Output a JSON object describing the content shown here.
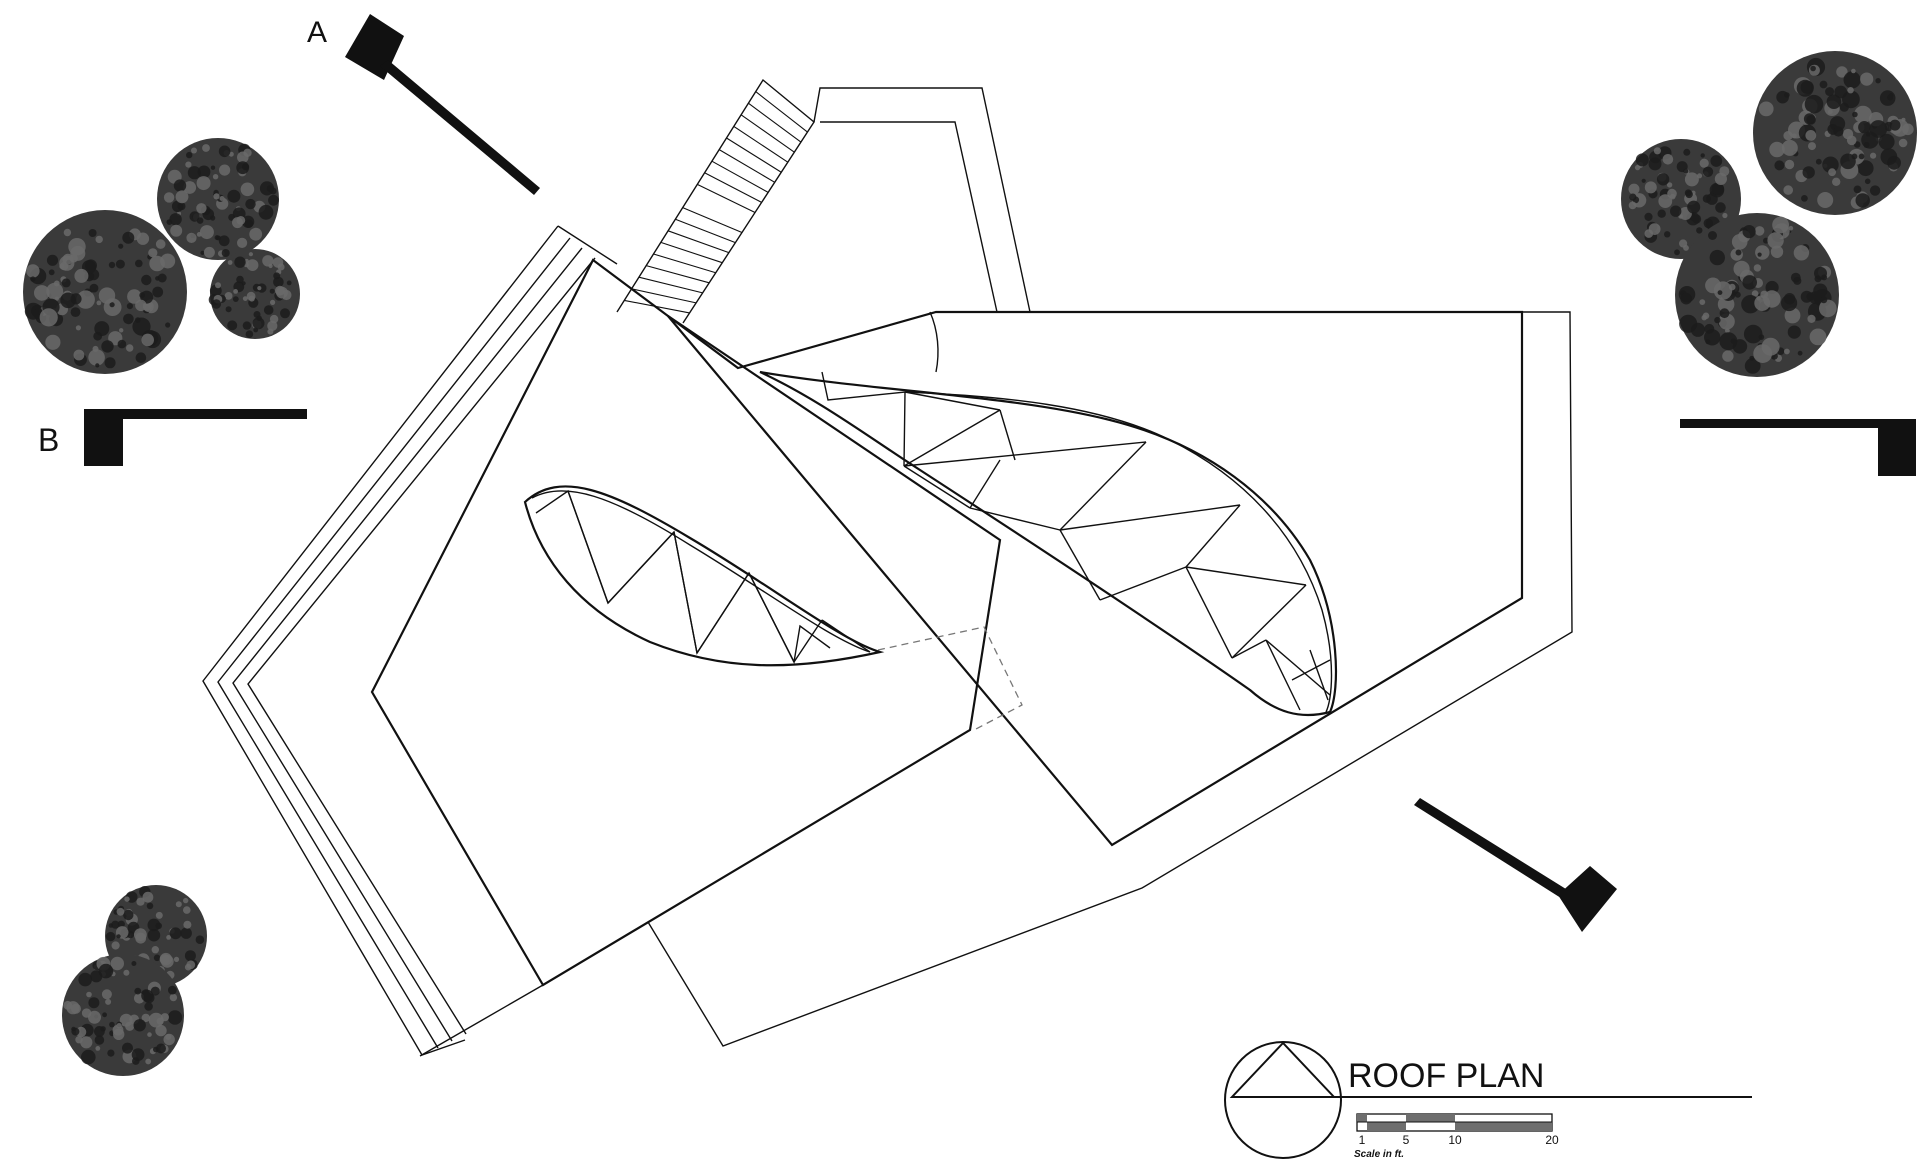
{
  "section_markers": {
    "a_label": "A",
    "b_label": "B"
  },
  "title_block": {
    "title": "ROOF PLAN",
    "scale_ticks": [
      "1",
      "5",
      "10",
      "20"
    ],
    "scale_caption": "Scale in ft."
  },
  "colors": {
    "line": "#111111",
    "tree": "#3a3a3a",
    "tree_light": "#6a6a6a",
    "scale_fill": "#6e6e6e",
    "background": "#ffffff"
  },
  "icons": {
    "north_arrow": "north-arrow-icon",
    "tree": "tree-icon"
  }
}
